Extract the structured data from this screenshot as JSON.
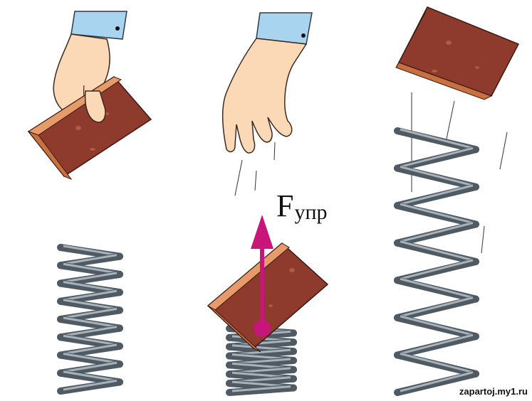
{
  "force_label": {
    "letter": "F",
    "subscript": "упр"
  },
  "watermark": "zapartoj.my1.ru",
  "colors": {
    "brick_front": "#8e3a2c",
    "brick_top": "#e79b6a",
    "brick_side": "#c8703f",
    "spring_dark": "#4f5a63",
    "spring_light": "#a8b2ba",
    "arrow": "#c8157a",
    "skin": "#fcd9b6",
    "cuff": "#a9d4f0"
  },
  "panels": [
    {
      "id": "left",
      "state": "hand-holding-brick"
    },
    {
      "id": "middle",
      "state": "brick-compressing-spring"
    },
    {
      "id": "right",
      "state": "brick-bounced-off-spring"
    }
  ]
}
